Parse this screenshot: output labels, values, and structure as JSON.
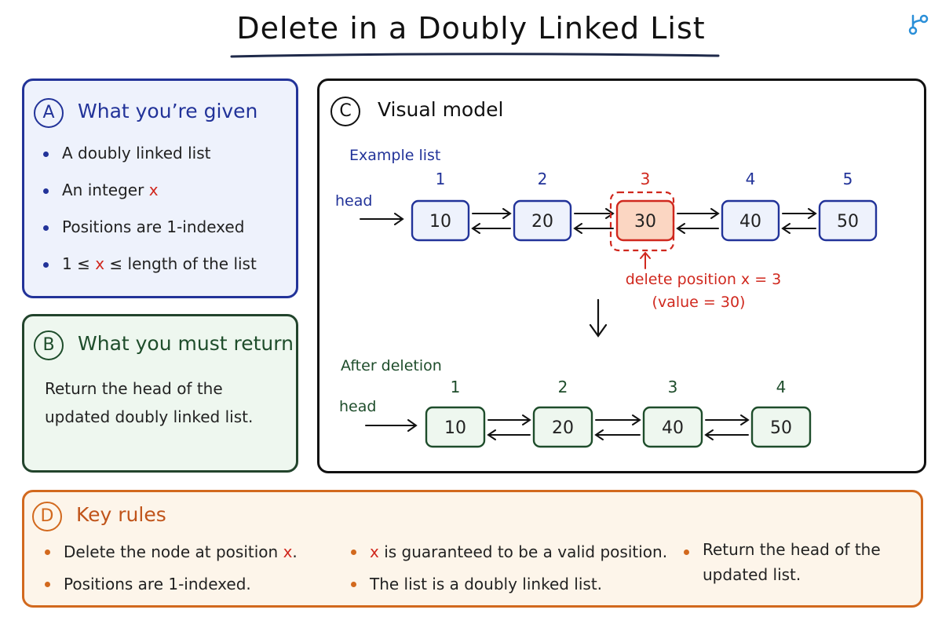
{
  "title": "Delete in a Doubly Linked List",
  "colors": {
    "blue": "#223399",
    "green": "#1e4d2b",
    "red": "#d0281e",
    "orange": "#d2691e",
    "dark": "#111111"
  },
  "panel_a": {
    "badge": "A",
    "title": "What you’re given",
    "items": [
      {
        "before": "A doubly linked list",
        "var": "",
        "after": ""
      },
      {
        "before": "An integer ",
        "var": "x",
        "after": ""
      },
      {
        "before": "Positions are 1-indexed",
        "var": "",
        "after": ""
      },
      {
        "before": "1 ≤ ",
        "var": "x",
        "after": " ≤ length of the list"
      }
    ]
  },
  "panel_b": {
    "badge": "B",
    "title": "What you must return",
    "text": "Return the head of the updated doubly linked list."
  },
  "panel_c": {
    "badge": "C",
    "title": "Visual model",
    "example_label": "Example list",
    "head_label": "head",
    "example_positions": [
      "1",
      "2",
      "3",
      "4",
      "5"
    ],
    "example_values": [
      "10",
      "20",
      "30",
      "40",
      "50"
    ],
    "deleted_index": 2,
    "delete_note_line1": "delete position x = 3",
    "delete_note_line2": "(value = 30)",
    "after_label": "After deletion",
    "after_head_label": "head",
    "after_positions": [
      "1",
      "2",
      "3",
      "4"
    ],
    "after_values": [
      "10",
      "20",
      "40",
      "50"
    ]
  },
  "panel_d": {
    "badge": "D",
    "title": "Key rules",
    "col1": [
      {
        "before": "Delete the node at position ",
        "var": "x",
        "after": "."
      },
      {
        "before": "Positions are 1-indexed.",
        "var": "",
        "after": ""
      }
    ],
    "col2": [
      {
        "before": "",
        "var": "x",
        "after": " is guaranteed to be a valid position."
      },
      {
        "before": "The list is a doubly linked list.",
        "var": "",
        "after": ""
      }
    ],
    "col3_line1": "Return the head of the",
    "col3_line2": "updated list."
  }
}
